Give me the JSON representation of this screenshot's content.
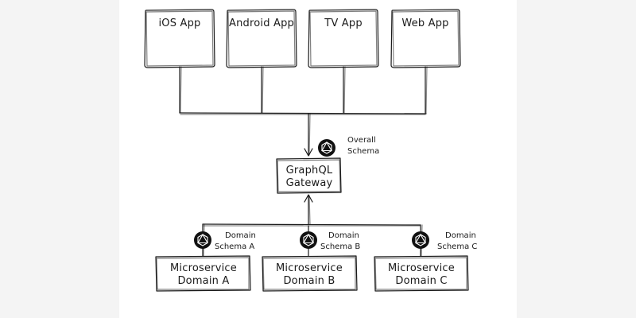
{
  "clients": [
    {
      "label": "iOS App"
    },
    {
      "label": "Android App"
    },
    {
      "label": "TV App"
    },
    {
      "label": "Web App"
    }
  ],
  "gateway": {
    "line1": "GraphQL",
    "line2": "Gateway",
    "schema_note": {
      "line1": "Overall",
      "line2": "Schema"
    }
  },
  "services": [
    {
      "line1": "Microservice",
      "line2": "Domain A",
      "schema_line1": "Domain",
      "schema_line2": "Schema A"
    },
    {
      "line1": "Microservice",
      "line2": "Domain B",
      "schema_line1": "Domain",
      "schema_line2": "Schema B"
    },
    {
      "line1": "Microservice",
      "line2": "Domain C",
      "schema_line1": "Domain",
      "schema_line2": "Schema C"
    }
  ],
  "icons": {
    "schema": "graphql-icon"
  },
  "colors": {
    "ink": "#1a1a1a",
    "icon_bg": "#111111",
    "icon_fg": "#ffffff"
  }
}
